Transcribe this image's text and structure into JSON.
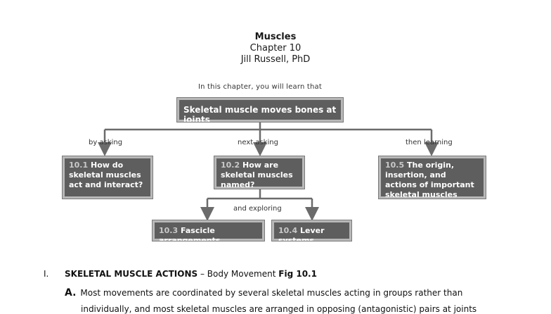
{
  "header": {
    "title": "Muscles",
    "chapter": "Chapter 10",
    "author": "Jill Russell, PhD"
  },
  "concept_map": {
    "intro": "In this chapter, you will learn that",
    "root": "Skeletal muscle moves bones at joints",
    "connectors": {
      "left": "by asking",
      "middle": "next asking",
      "right": "then learning",
      "explore": "and exploring"
    },
    "nodes": {
      "n101": {
        "num": "10.1",
        "text": "How do skeletal muscles act and interact?"
      },
      "n102": {
        "num": "10.2",
        "text": "How are skeletal muscles named?"
      },
      "n105": {
        "num": "10.5",
        "text": "The origin, insertion, and actions of important skeletal muscles"
      },
      "n103": {
        "num": "10.3",
        "text": "Fascicle arrangements"
      },
      "n104": {
        "num": "10.4",
        "text": "Lever systems"
      }
    }
  },
  "outline": {
    "roman": "I.",
    "heading_bold": "SKELETAL MUSCLE ACTIONS",
    "heading_rest": " – Body Movement ",
    "heading_fig": "Fig 10.1",
    "item_a_letter": "A.",
    "item_a_text": "Most movements are coordinated by several skeletal muscles acting in groups rather than",
    "item_a_cont": "individually, and most skeletal muscles are arranged in opposing (antagonistic) pairs at joints"
  }
}
